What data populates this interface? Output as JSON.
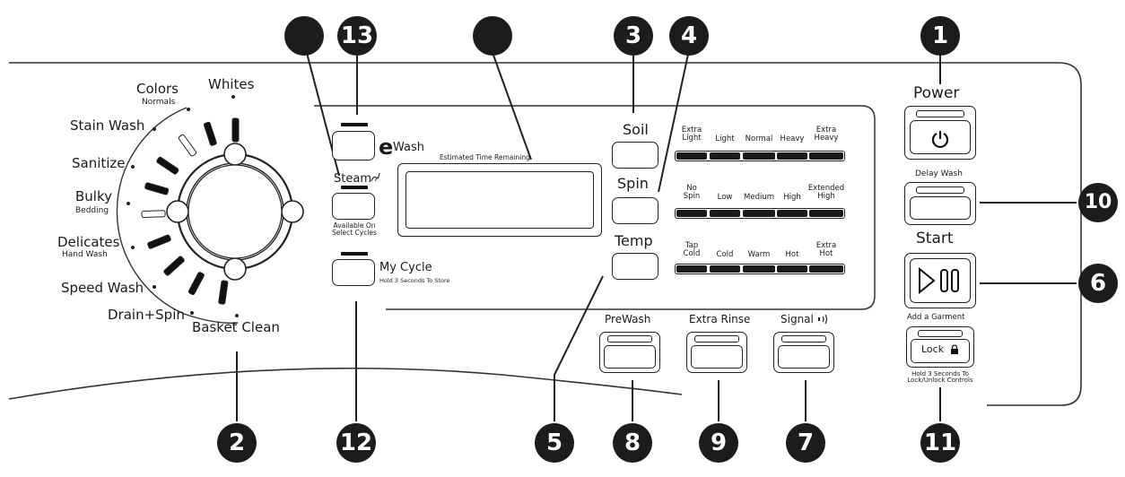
{
  "dial": {
    "cycles": {
      "colors": "Colors",
      "colors_sub": "Normals",
      "whites": "Whites",
      "stain_wash": "Stain Wash",
      "sanitize": "Sanitize",
      "bulky": "Bulky",
      "bulky_sub": "Bedding",
      "delicates": "Delicates",
      "delicates_sub": "Hand Wash",
      "speed_wash": "Speed Wash",
      "drain_spin": "Drain+Spin",
      "basket_clean": "Basket Clean"
    }
  },
  "buttons": {
    "ewash": "e",
    "ewash_suffix": "Wash",
    "steam": "Steam",
    "steam_sub": "Available On\nSelect Cycles",
    "my_cycle": "My Cycle",
    "my_cycle_sub": "Hold 3 Seconds To Store",
    "soil": "Soil",
    "spin": "Spin",
    "temp": "Temp",
    "prewash": "PreWash",
    "extra_rinse": "Extra Rinse",
    "signal": "Signal",
    "power": "Power",
    "delay_wash": "Delay Wash",
    "start": "Start",
    "add_garment": "Add a Garment",
    "lock": "Lock",
    "lock_sub": "Hold 3 Seconds To\nLock/Unlock Controls"
  },
  "display": {
    "label": "Estimated Time Remaining"
  },
  "soil_levels": [
    "Extra\nLight",
    "Light",
    "Normal",
    "Heavy",
    "Extra\nHeavy"
  ],
  "spin_levels": [
    "No\nSpin",
    "Low",
    "Medium",
    "High",
    "Extended\nHigh"
  ],
  "temp_levels": [
    "Tap\nCold",
    "Cold",
    "Warm",
    "Hot",
    "Extra\nHot"
  ],
  "callouts": {
    "c1": "1",
    "c2": "2",
    "c3": "3",
    "c4": "4",
    "c5": "5",
    "c6": "6",
    "c7": "7",
    "c8": "8",
    "c9": "9",
    "c10": "10",
    "c11": "11",
    "c12": "12",
    "c13": "13"
  },
  "icons": {
    "power": "power-icon",
    "play_pause": "play-pause-icon",
    "lock": "lock-icon",
    "signal": "sound-icon",
    "steam": "steam-icon"
  }
}
